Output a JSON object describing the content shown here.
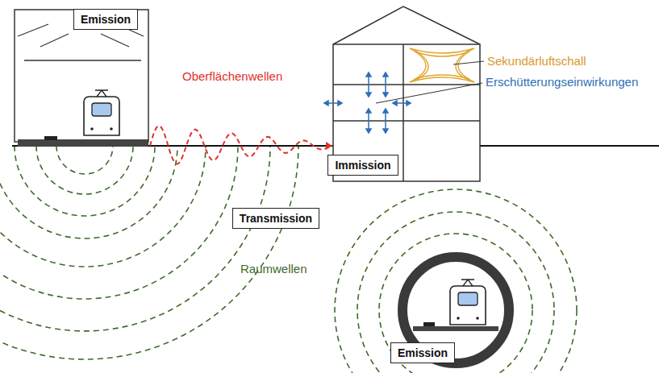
{
  "diagram": {
    "nodes": [
      {
        "text": [
          "Emission"
        ]
      },
      {
        "text": [
          "Immission"
        ]
      },
      {
        "text": [
          "Transmission"
        ]
      },
      {
        "text": [
          "Emission"
        ]
      }
    ],
    "labels": [
      "Oberflächenwellen",
      "Sekundärluftschall",
      "Erschütterungseinwirkungen",
      "Raumwellen"
    ]
  }
}
